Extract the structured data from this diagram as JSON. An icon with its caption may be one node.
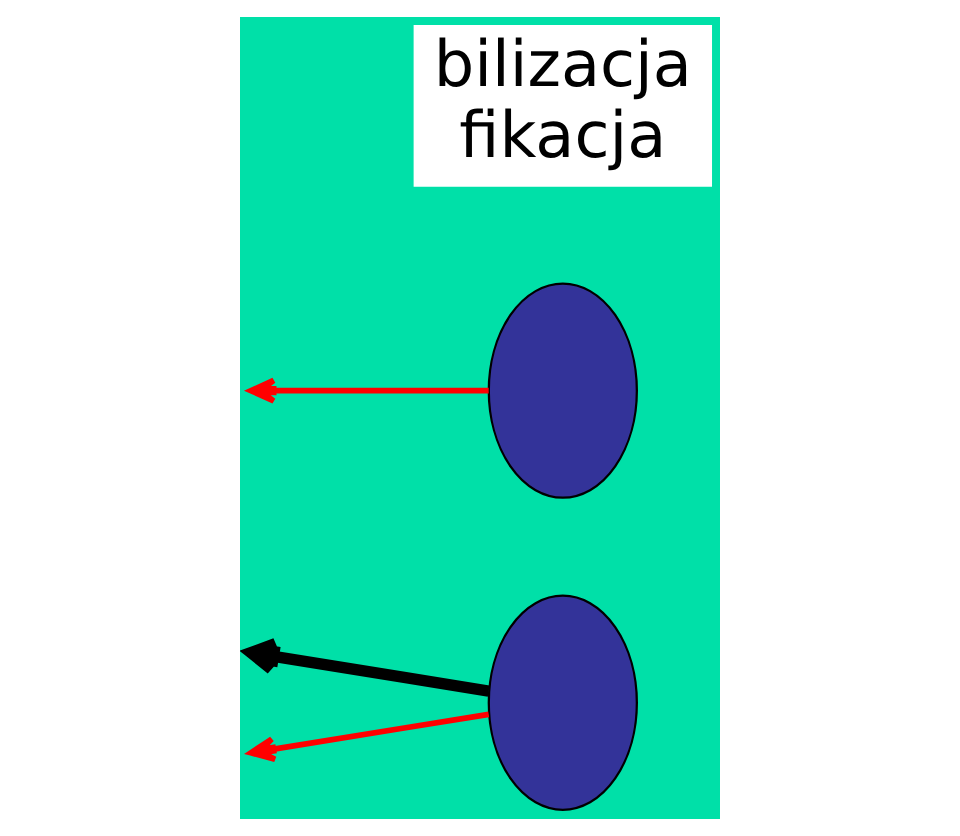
{
  "diagram": {
    "nodes": [
      {
        "text": [
          "bilizacja",
          "fikacja"
        ]
      },
      {
        "text": [],
        "shape": "circle"
      },
      {
        "text": [],
        "shape": "circle"
      }
    ],
    "edges": [
      {
        "from": 2,
        "to": null,
        "arrow": "to",
        "style": "thick",
        "color": "#000000"
      },
      {
        "from": 1,
        "to": null,
        "arrow": "to"
      },
      {
        "from": 2,
        "to": null,
        "arrow": "to"
      }
    ]
  }
}
